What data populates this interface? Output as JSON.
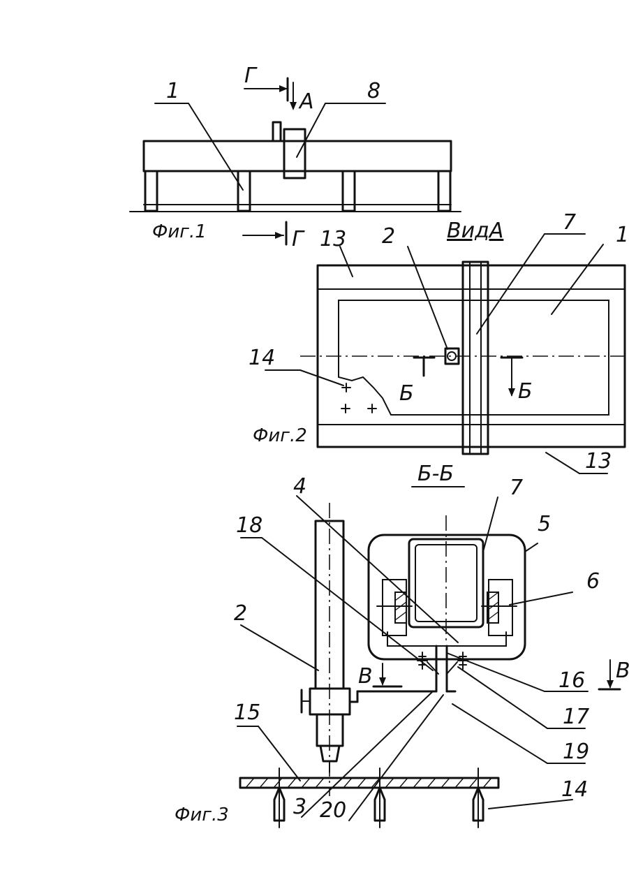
{
  "fig1": {
    "caption": "Фиг.1",
    "labels": {
      "frame": "1",
      "carriage": "8"
    },
    "section_letter": "Г",
    "view_letter": "А"
  },
  "fig2": {
    "caption": "Фиг.2",
    "view_title": "ВидА",
    "labels": {
      "torch": "2",
      "beam": "7",
      "rail_top": "13",
      "rail_right": "13",
      "rail_bottom": "13",
      "supports": "14"
    },
    "section_letter": "Б"
  },
  "fig3": {
    "caption": "Фиг.3",
    "section_title": "Б-Б",
    "section_letter": "В",
    "labels": {
      "l2": "2",
      "l3": "3",
      "l4": "4",
      "l5": "5",
      "l6": "6",
      "l7": "7",
      "l14": "14",
      "l15": "15",
      "l16": "16",
      "l17": "17",
      "l18": "18",
      "l19": "19",
      "l20": "20"
    }
  }
}
